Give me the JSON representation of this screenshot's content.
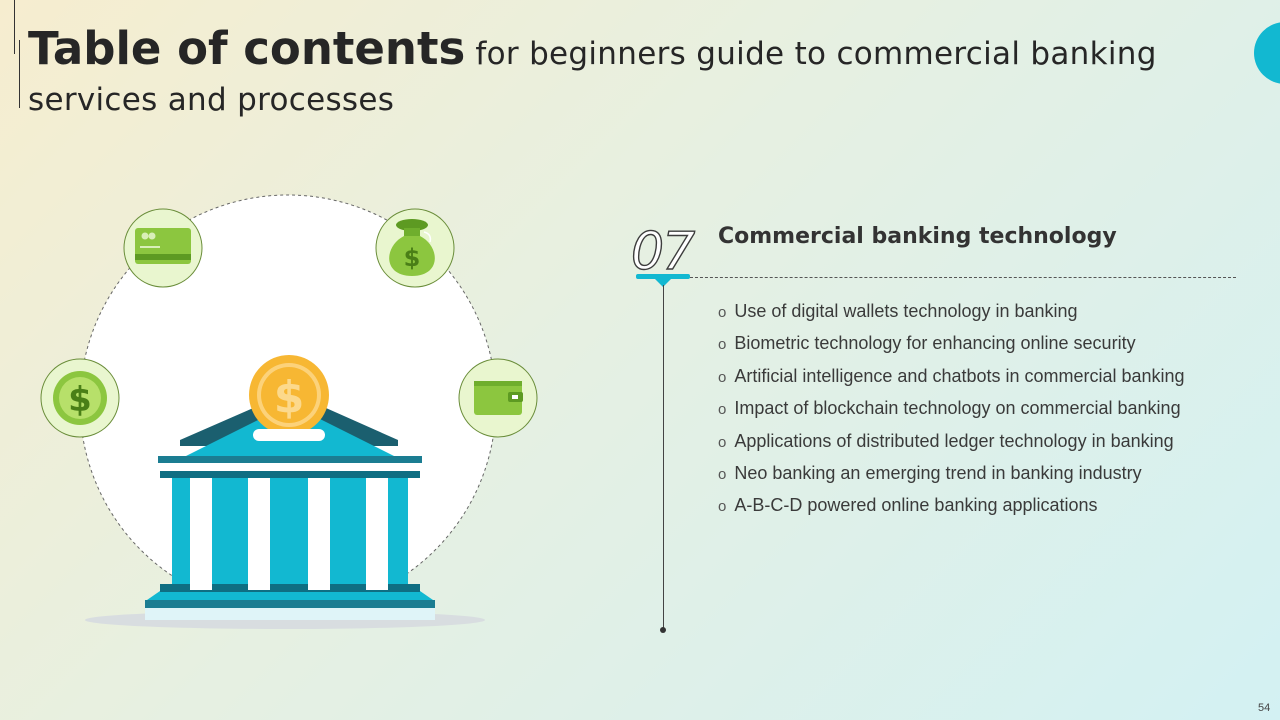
{
  "title": {
    "bold": "Table of contents",
    "rest": "for beginners guide to commercial banking services and processes"
  },
  "section": {
    "number": "07",
    "heading": "Commercial banking technology",
    "items": [
      "Use of digital wallets technology in banking",
      "Biometric technology for enhancing online security",
      "Artificial intelligence and chatbots in commercial banking",
      "Impact of blockchain technology on commercial banking",
      "Applications of distributed ledger technology in banking",
      "Neo banking an emerging trend in banking industry",
      "A-B-C-D powered online banking applications"
    ],
    "bullet": "o"
  },
  "illustration": {
    "coin_symbol": "$",
    "icons": [
      "credit-card-icon",
      "money-bag-icon",
      "dollar-coin-icon",
      "wallet-icon",
      "bank-building-icon"
    ]
  },
  "colors": {
    "accent": "#12b8d1",
    "green": "#8cc63f",
    "coin": "#f7b733"
  },
  "page_number": "54"
}
